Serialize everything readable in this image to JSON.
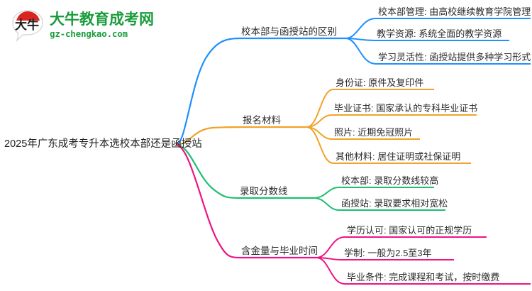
{
  "logo": {
    "mark_icon": "bull-speech-bubble-icon",
    "name": "大牛教育成考网",
    "url": "gz-chengkao.com",
    "brand_green": "#1a9c3c",
    "brand_red": "#d9251f"
  },
  "mindmap": {
    "root": {
      "label": "2025年广东成考专升本选校本部还是函授站"
    },
    "branches": [
      {
        "label": "校本部与函授站的区别",
        "color": "#1e90ff",
        "leaves": [
          "校本部管理: 由高校继续教育学院管理",
          "教学资源: 系统全面的教学资源",
          "学习灵活性: 函授站提供多种学习形式"
        ]
      },
      {
        "label": "报名材料",
        "color": "#f0a32a",
        "leaves": [
          "身份证: 原件及复印件",
          "毕业证书: 国家承认的专科毕业证书",
          "照片: 近期免冠照片",
          "其他材料: 居住证明或社保证明"
        ]
      },
      {
        "label": "录取分数线",
        "color": "#1dbf73",
        "leaves": [
          "校本部: 录取分数线较高",
          "函授站: 录取要求相对宽松"
        ]
      },
      {
        "label": "含金量与毕业时间",
        "color": "#ef1383",
        "leaves": [
          "学历认可: 国家认可的正规学历",
          "学制: 一般为2.5至3年",
          "毕业条件: 完成课程和考试，按时缴费"
        ]
      }
    ]
  }
}
